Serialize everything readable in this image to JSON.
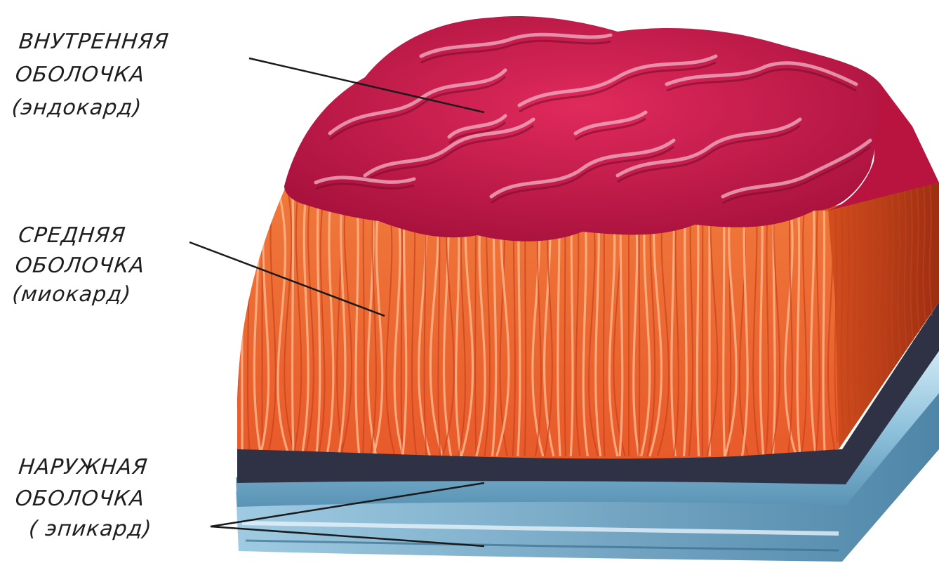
{
  "labels": {
    "endocardium": {
      "line1": "ВНУТРЕННЯЯ",
      "line2": "ОБОЛОЧКА",
      "line3": "(эндокард)"
    },
    "myocardium": {
      "line1": "СРЕДНЯЯ",
      "line2": "ОБОЛОЧКА",
      "line3": "(миокард)"
    },
    "epicardium": {
      "line1": "НАРУЖНАЯ",
      "line2": "ОБОЛОЧКА",
      "line3": "( эпикард)"
    }
  },
  "colors": {
    "endocardium": "#c8164a",
    "endocardium_highlight": "#f2b6c8",
    "myocardium": "#ee6a35",
    "myocardium_fiber_light": "#ffb48a",
    "myocardium_fiber_dark": "#c7401c",
    "epicardium_dark": "#2f3245",
    "epicardium_light": "#8fc2dc",
    "leader_line": "#1a1a1a",
    "text": "#1f1f1f"
  }
}
